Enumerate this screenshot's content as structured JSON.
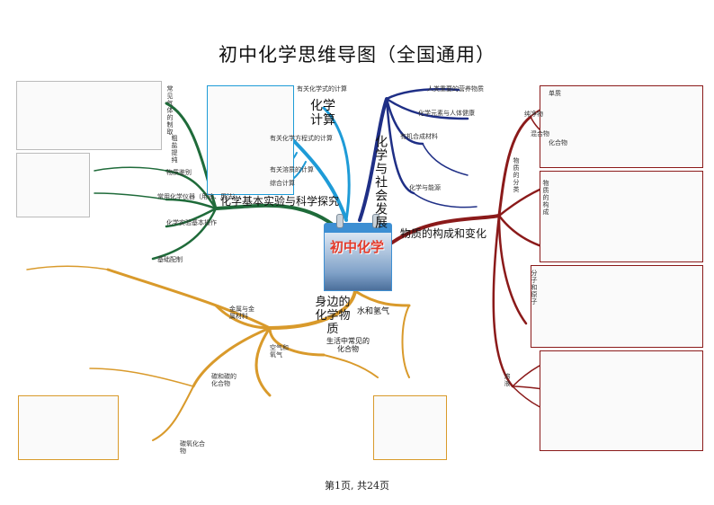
{
  "page": {
    "title": "初中化学思维导图（全国通用）",
    "footer": "第1页, 共24页"
  },
  "center": {
    "label": "初中化学"
  },
  "branches": [
    {
      "id": "calc",
      "label": "化学计算",
      "color": "#1e9bd7",
      "subtopics": [
        "有关化学式的计算",
        "有关化学方程式的计算",
        "有关溶质的计算",
        "综合计算"
      ]
    },
    {
      "id": "society",
      "label": "化学与社会发展",
      "color": "#1f2f86",
      "subtopics": [
        "人类重要的营养物质",
        "化学元素与人体健康",
        "有机合成材料",
        "化学与能源"
      ]
    },
    {
      "id": "experiment",
      "label": "化学基本实验与科学探究",
      "color": "#1f6b3a",
      "subtopics": [
        "常见气体的制取",
        "粗盐提纯",
        "物质鉴别",
        "常用化学仪器（用途、用法）",
        "化学实验基本操作",
        "基础配制"
      ]
    },
    {
      "id": "matter",
      "label": "物质的构成和变化",
      "color": "#8b1a1a",
      "subtopics": [
        "物质的分类",
        "纯净物",
        "混合物",
        "单质",
        "化合物",
        "物质的构成",
        "分子和原子",
        "溶液"
      ]
    },
    {
      "id": "everyday",
      "label": "身边的化学物质",
      "color": "#d99a2b",
      "subtopics": [
        "金属与金属材料",
        "水和氢气",
        "空气和氧气",
        "生活中常见的化合物",
        "碳和碳的化合物",
        "碳氧化合物"
      ]
    }
  ]
}
